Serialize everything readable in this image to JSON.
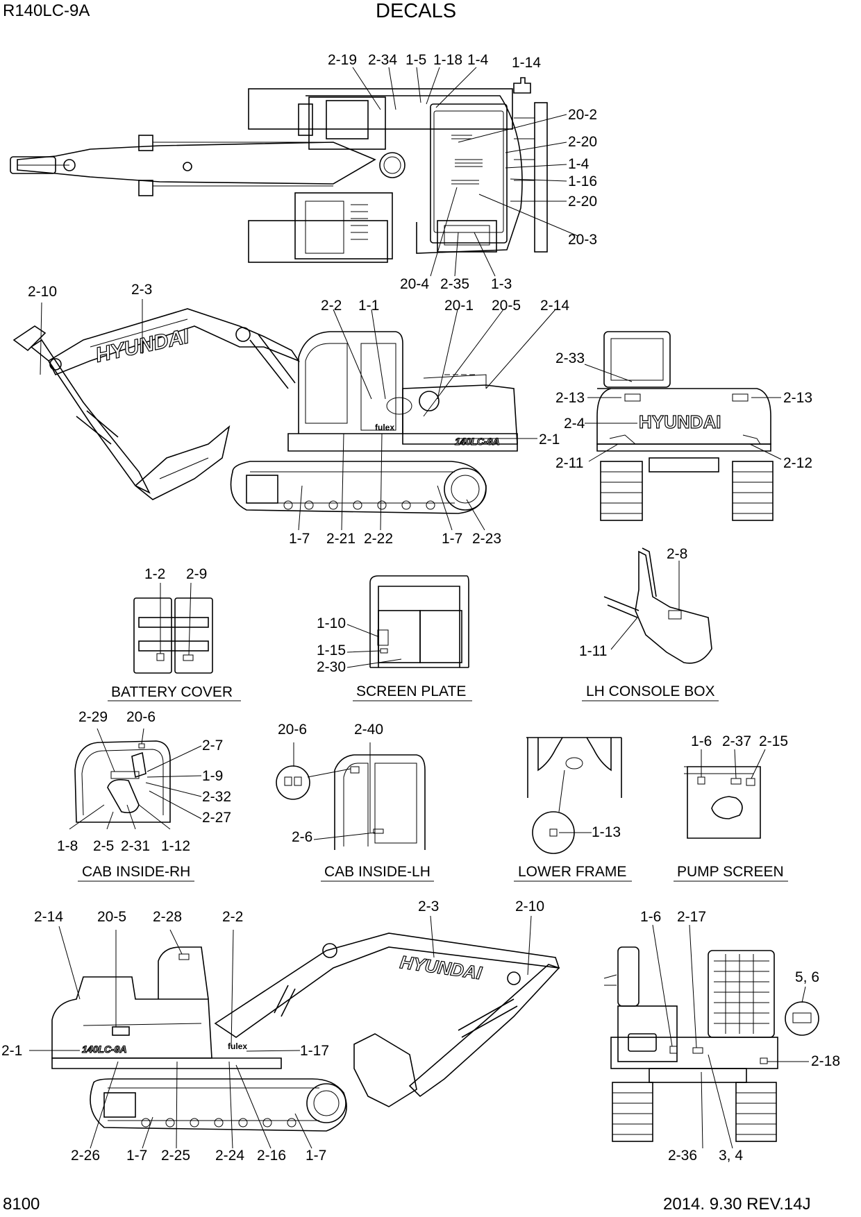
{
  "header": {
    "model": "R140LC-9A",
    "title": "DECALS",
    "page_number": "8100",
    "revision": "2014. 9.30  REV.14J"
  },
  "captions": {
    "battery_cover": "BATTERY COVER",
    "screen_plate": "SCREEN PLATE",
    "lh_console_box": "LH CONSOLE BOX",
    "cab_inside_rh": "CAB INSIDE-RH",
    "cab_inside_lh": "CAB INSIDE-LH",
    "lower_frame": "LOWER FRAME",
    "pump_screen": "PUMP SCREEN"
  },
  "brand_decal": "HYUNDAI",
  "model_decal": "140LC-9A",
  "callouts": {
    "top_view": [
      "2-19",
      "2-34",
      "1-5",
      "1-18",
      "1-4",
      "1-14",
      "20-2",
      "2-20",
      "1-4",
      "1-16",
      "2-20",
      "20-3",
      "20-4",
      "2-35",
      "1-3"
    ],
    "side_view_lh": [
      "2-10",
      "2-3",
      "2-2",
      "1-1",
      "20-1",
      "20-5",
      "2-14",
      "2-1",
      "1-7",
      "2-21",
      "2-22",
      "1-7",
      "2-23"
    ],
    "rear_view": [
      "2-33",
      "2-13",
      "2-13",
      "2-4",
      "2-11",
      "2-12"
    ],
    "battery_cover": [
      "1-2",
      "2-9"
    ],
    "screen_plate": [
      "1-10",
      "1-15",
      "2-30"
    ],
    "lh_console_box": [
      "2-8",
      "1-11"
    ],
    "cab_inside_rh": [
      "2-29",
      "20-6",
      "2-7",
      "1-9",
      "2-32",
      "2-27",
      "1-8",
      "2-5",
      "2-31",
      "1-12"
    ],
    "cab_inside_lh": [
      "20-6",
      "2-40",
      "2-6"
    ],
    "lower_frame": [
      "1-13"
    ],
    "pump_screen": [
      "1-6",
      "2-37",
      "2-15"
    ],
    "side_view_rh": [
      "2-14",
      "20-5",
      "2-28",
      "2-2",
      "2-3",
      "2-10",
      "2-1",
      "1-17",
      "2-26",
      "1-7",
      "2-25",
      "2-24",
      "2-16",
      "1-7"
    ],
    "front_view": [
      "1-6",
      "2-17",
      "5, 6",
      "2-18",
      "2-36",
      "3, 4"
    ]
  }
}
